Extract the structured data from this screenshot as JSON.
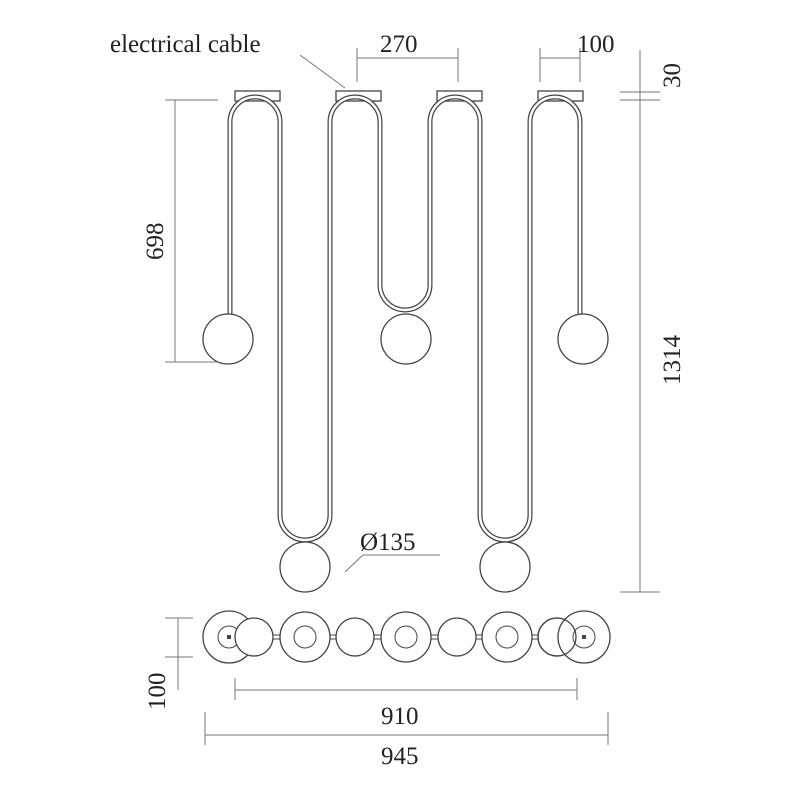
{
  "labels": {
    "electrical_cable": "electrical cable",
    "spacing": "270",
    "canopy_width": "100",
    "canopy_height": "30",
    "short_drop": "698",
    "total_height": "1314",
    "globe_diameter": "Ø135",
    "depth": "100",
    "inner_width": "910",
    "total_width": "945"
  }
}
